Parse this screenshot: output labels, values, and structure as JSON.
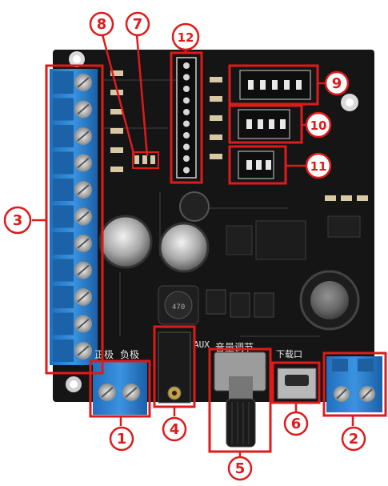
{
  "callouts": [
    {
      "id": 1,
      "label": "1"
    },
    {
      "id": 2,
      "label": "2"
    },
    {
      "id": 3,
      "label": "3"
    },
    {
      "id": 4,
      "label": "4"
    },
    {
      "id": 5,
      "label": "5"
    },
    {
      "id": 6,
      "label": "6"
    },
    {
      "id": 7,
      "label": "7"
    },
    {
      "id": 8,
      "label": "8"
    },
    {
      "id": 9,
      "label": "9"
    },
    {
      "id": 10,
      "label": "10"
    },
    {
      "id": 11,
      "label": "11"
    },
    {
      "id": 12,
      "label": "12"
    }
  ],
  "silkscreen": {
    "positive": "正极",
    "negative": "负极",
    "aux": "AUX",
    "volume": "音量调节",
    "download_port": "下载口",
    "inductor": "470"
  },
  "colors": {
    "pcb": "#141414",
    "terminal_blue": "#2f86d6",
    "callout_red": "#e01a1a",
    "silk_white": "#e8e8e8"
  }
}
